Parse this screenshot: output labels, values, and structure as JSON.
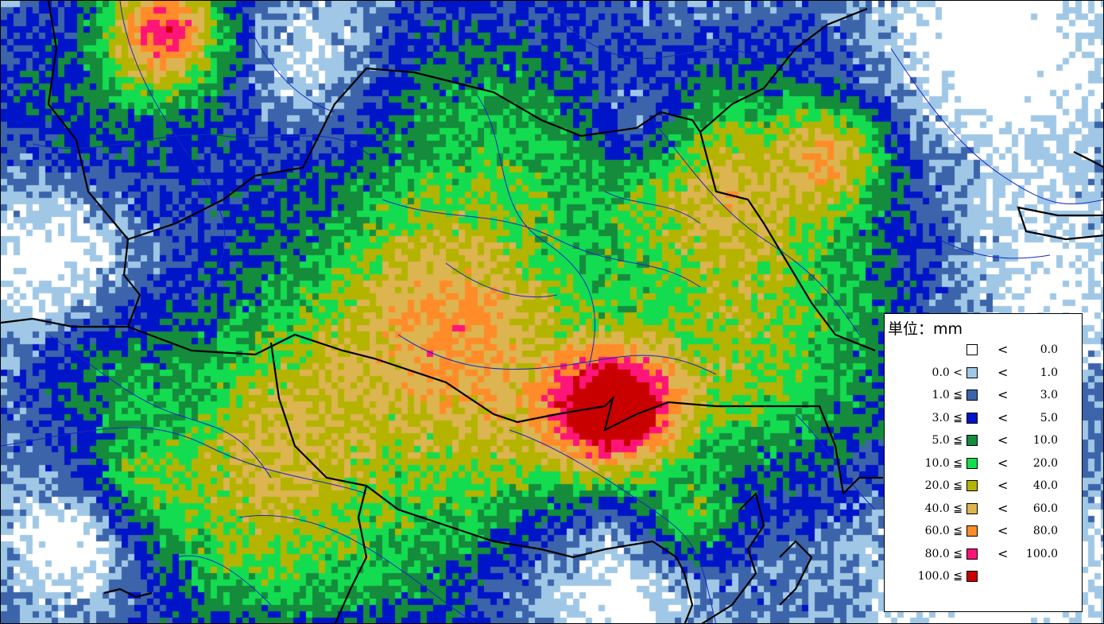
{
  "legend": {
    "title": "単位：mm",
    "rows": [
      {
        "lower": "",
        "upper_op": "<",
        "upper": "0.0",
        "color": "#ffffff"
      },
      {
        "lower": "0.0 <",
        "upper_op": "<",
        "upper": "1.0",
        "color": "#a0c8e6"
      },
      {
        "lower": "1.0 ≦",
        "upper_op": "<",
        "upper": "3.0",
        "color": "#3c64aa"
      },
      {
        "lower": "3.0 ≦",
        "upper_op": "<",
        "upper": "5.0",
        "color": "#0014c8"
      },
      {
        "lower": "5.0 ≦",
        "upper_op": "<",
        "upper": "10.0",
        "color": "#148c3c"
      },
      {
        "lower": "10.0 ≦",
        "upper_op": "<",
        "upper": "20.0",
        "color": "#14dc50"
      },
      {
        "lower": "20.0 ≦",
        "upper_op": "<",
        "upper": "40.0",
        "color": "#b4b400"
      },
      {
        "lower": "40.0 ≦",
        "upper_op": "<",
        "upper": "60.0",
        "color": "#dcb450"
      },
      {
        "lower": "60.0 ≦",
        "upper_op": "<",
        "upper": "80.0",
        "color": "#ff8c28"
      },
      {
        "lower": "80.0 ≦",
        "upper_op": "<",
        "upper": "100.0",
        "color": "#ff1478"
      },
      {
        "lower": "100.0 ≦",
        "upper_op": "",
        "upper": "",
        "color": "#c80000"
      }
    ]
  },
  "colors": {
    "border": "#000000",
    "municipal_lines": "#1428c8"
  }
}
